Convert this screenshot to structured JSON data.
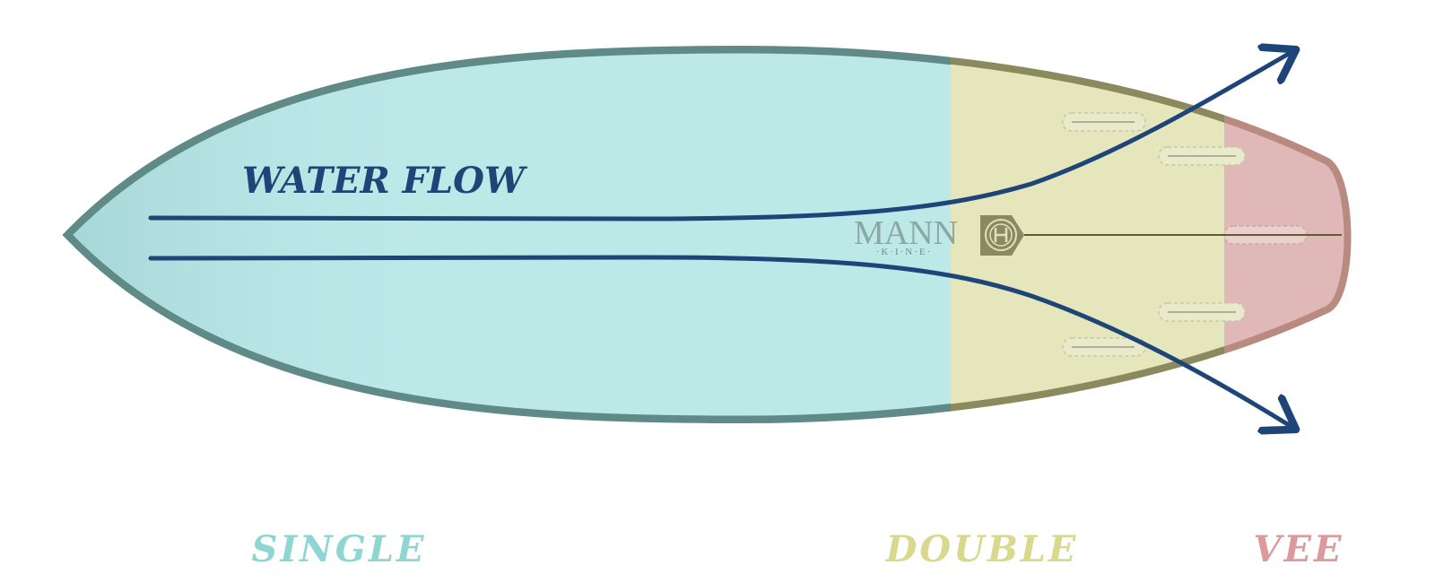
{
  "diagram": {
    "annotation": "WATER FLOW",
    "brand": {
      "name": "MANN",
      "subtitle": "·K·I·N·E·",
      "emblem": "surfboard-h-emblem-icon"
    },
    "zones": [
      {
        "id": "single",
        "label": "SINGLE",
        "fill": "#bce8e8",
        "label_color": "#8ed6d2",
        "rail": "#5f8a88"
      },
      {
        "id": "double",
        "label": "DOUBLE",
        "fill": "#e6e6bc",
        "label_color": "#d9d98e",
        "rail": "#8a8a5e"
      },
      {
        "id": "vee",
        "label": "VEE",
        "fill": "#e0b8b8",
        "label_color": "#dc9a9a",
        "rail": "#b88a80"
      }
    ],
    "colors": {
      "flow_line": "#1e4577",
      "nose_tint": "#9fd0d2",
      "stringer": "#5e5a3a",
      "emblem_bg": "#8a8a5e"
    },
    "icons": [
      "arrow-up-right-icon",
      "arrow-down-right-icon",
      "fin-box-icon"
    ]
  }
}
